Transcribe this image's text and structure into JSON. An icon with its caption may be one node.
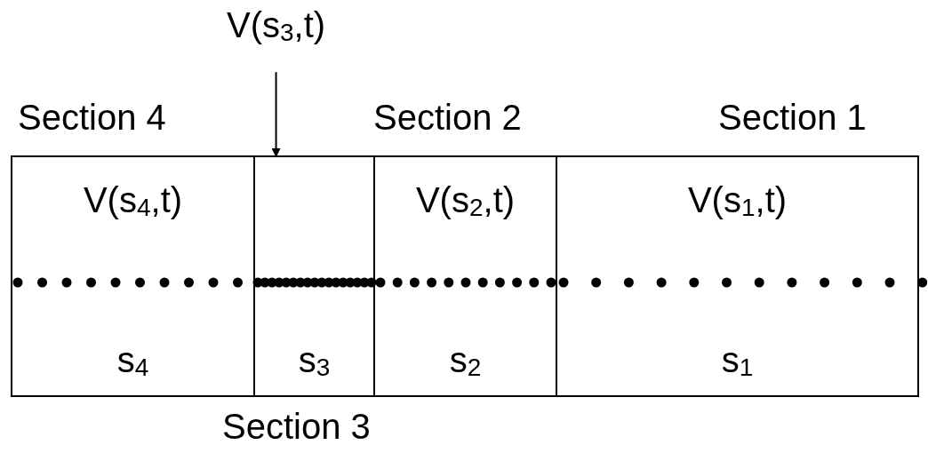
{
  "diagram": {
    "nodes": [
      {
        "text": [
          "V(s$_{4}$,t)",
          "s$_{4}$"
        ],
        "beside": [
          "Section 4"
        ]
      },
      {
        "text": [
          "s$_{3}$"
        ],
        "beside": [
          "Section 3"
        ]
      },
      {
        "text": [
          "V(s$_{2}$,t)",
          "s$_{2}$"
        ],
        "beside": [
          "Section 2"
        ]
      },
      {
        "text": [
          "V(s$_{1}$,t)",
          "s$_{1}$"
        ],
        "beside": [
          "Section 1"
        ]
      },
      {
        "text": [
          "V(s$_{3}$,t)"
        ]
      }
    ],
    "edges": [
      {
        "from": 4,
        "to": 1,
        "arrow": "to"
      }
    ]
  }
}
